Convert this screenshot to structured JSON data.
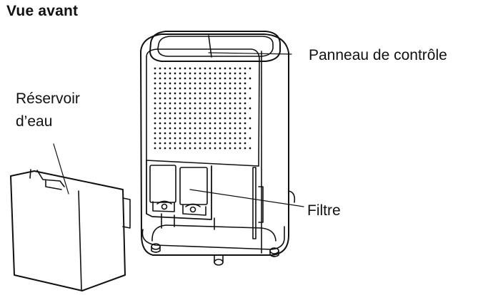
{
  "title": "Vue avant",
  "labels": {
    "control_panel": "Panneau de contrôle",
    "water_tank_line1": "Réservoir",
    "water_tank_line2": "d’eau",
    "filter": "Filtre"
  },
  "colors": {
    "ink": "#111111",
    "background": "#ffffff"
  }
}
